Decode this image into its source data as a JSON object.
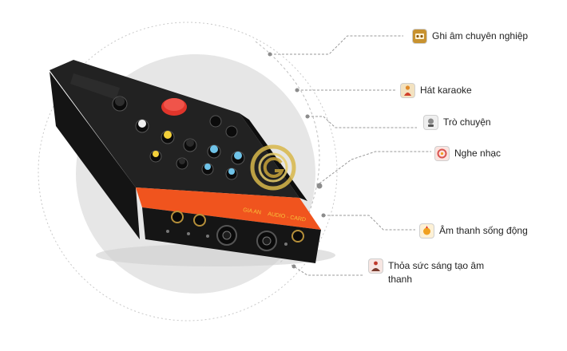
{
  "features": [
    {
      "label": "Ghi âm chuyên nghiệp",
      "icon": "recording-icon",
      "color": "#c8922f"
    },
    {
      "label": "Hát karaoke",
      "icon": "karaoke-singer-icon",
      "color": "#e08a2a"
    },
    {
      "label": "Trò chuyện",
      "icon": "chat-icon",
      "color": "#8a8a8a"
    },
    {
      "label": "Nghe nhạc",
      "icon": "music-icon",
      "color": "#d9534f"
    },
    {
      "label": "Âm thanh sống động",
      "icon": "sound-icon",
      "color": "#f0a020"
    },
    {
      "label": "Thỏa sức sáng tạo âm thanh",
      "icon": "creative-sound-icon",
      "color": "#c0392b"
    }
  ],
  "device": {
    "brand_text": "GIA AN",
    "model_text": "AUDIO - CARD",
    "accent_color": "#f0541e",
    "body_color": "#1b1b1b"
  }
}
